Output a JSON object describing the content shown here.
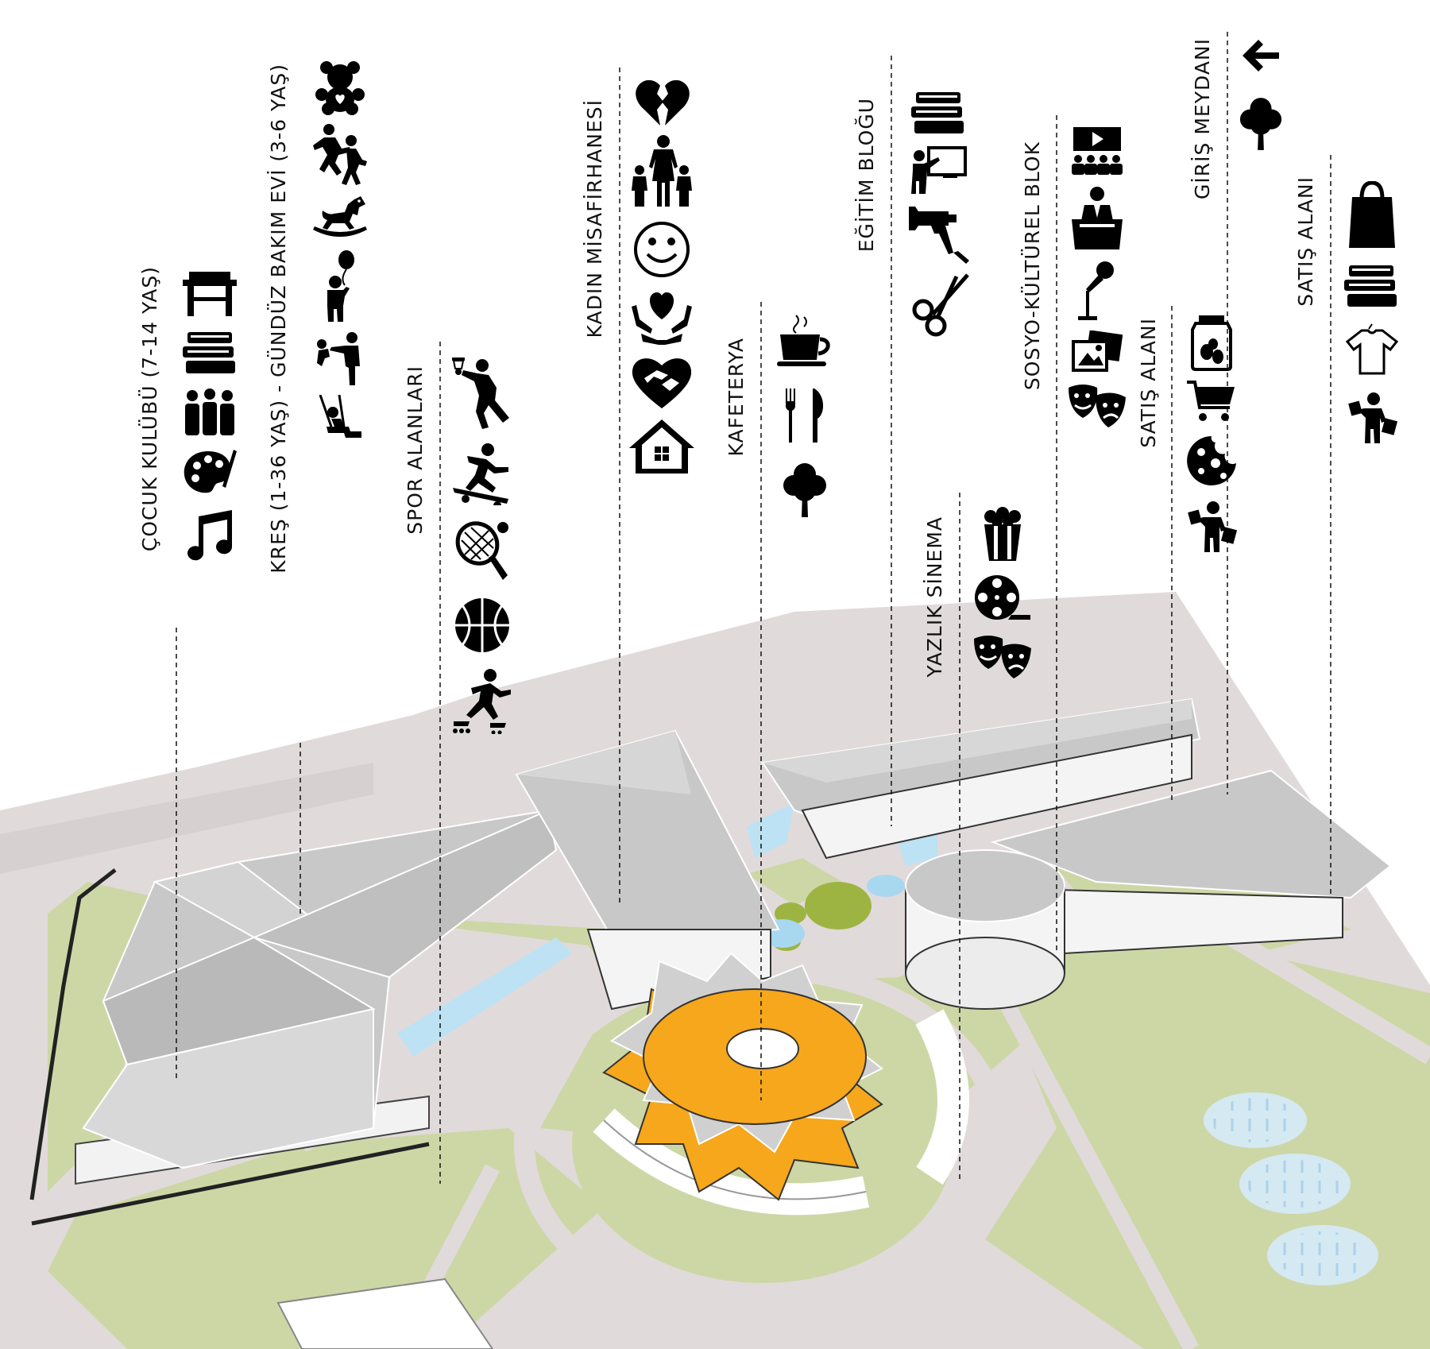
{
  "labels": {
    "cocuk_kulubu": "ÇOCUK KULÜBÜ (7-14 YAŞ)",
    "kres": "KREŞ (1-36 YAŞ) - GÜNDÜZ BAKIM EVİ (3-6 YAŞ)",
    "spor": "SPOR ALANLARI",
    "kadin": "KADIN MİSAFİRHANESİ",
    "kafeterya": "KAFETERYA",
    "egitim": "EĞİTİM BLOĞU",
    "yazlik": "YAZLIK SİNEMA",
    "sosyo": "SOSYO-KÜLTÜREL BLOK",
    "satis1": "SATIŞ ALANI",
    "giris": "GİRİŞ MEYDANI",
    "satis2": "SATIŞ ALANI"
  },
  "icons": {
    "cocuk_kulubu": [
      "desk-icon",
      "books-icon",
      "group-icon",
      "palette-icon",
      "music-note-icon"
    ],
    "kres": [
      "teddy-bear-icon",
      "children-running-icon",
      "rocking-horse-icon",
      "child-balloon-icon",
      "parent-child-icon",
      "swing-icon"
    ],
    "spor": [
      "basketball-player-icon",
      "skateboarder-icon",
      "tennis-icon",
      "basketball-icon",
      "roller-skater-icon"
    ],
    "kadin": [
      "broken-heart-icon",
      "family-icon",
      "smiley-icon",
      "hands-heart-icon",
      "heart-hands-icon",
      "house-icon"
    ],
    "kafeterya": [
      "coffee-cup-icon",
      "fork-knife-icon",
      "tree-icon"
    ],
    "egitim": [
      "books-icon",
      "teacher-board-icon",
      "glue-gun-icon",
      "scissors-icon"
    ],
    "yazlik": [
      "popcorn-icon",
      "film-reel-icon",
      "theater-masks-icon"
    ],
    "sosyo": [
      "screening-audience-icon",
      "speaker-podium-icon",
      "microphone-icon",
      "pictures-icon",
      "theater-masks-icon"
    ],
    "satis1": [
      "jar-icon",
      "shopping-cart-icon",
      "cookie-icon",
      "shopper-icon"
    ],
    "giris": [
      "arrow-left-icon",
      "tree-icon"
    ],
    "satis2": [
      "shopping-bag-icon",
      "books-icon",
      "tshirt-icon",
      "shopper-icon"
    ]
  },
  "colors": {
    "roof": "#c6c6c6",
    "ground_paving": "#e0d9da",
    "grass": "#cdd7a6",
    "pavilion": "#f6a71b",
    "water": "#cfe7f2",
    "icon": "#000000"
  }
}
